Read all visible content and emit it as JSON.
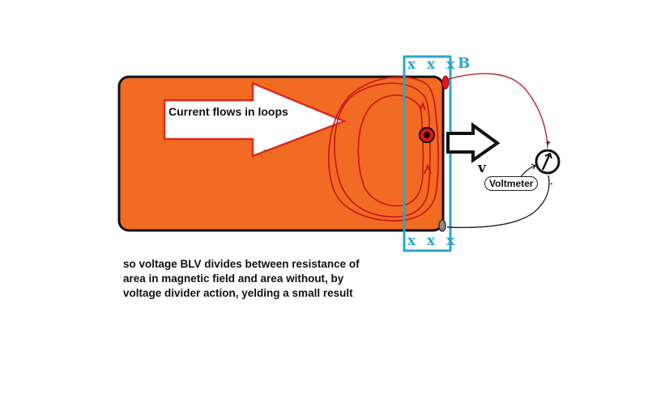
{
  "diagram": {
    "arrow_label": "Current flows in loops",
    "field_symbol_top": "x x x",
    "field_symbol_bottom": "x x x",
    "field_label": "B",
    "velocity_label": "v",
    "voltmeter_label": "Voltmeter",
    "voltmeter_plus": "+",
    "voltmeter_minus": "-",
    "caption_lines": [
      "so voltage BLV divides between resistance of",
      "area in magnetic field and area without,  by",
      "voltage divider action,  yelding a small result"
    ]
  },
  "colors": {
    "plate_fill": "#f26b22",
    "plate_border": "#111111",
    "field_region": "#2aa7c9",
    "current_arrow_border": "#e0281e",
    "loop_color": "#c8141b",
    "contact_top": "#e81414",
    "contact_bottom": "#8a8a8a",
    "wire_top": "#b5252b",
    "wire_bottom": "#222222"
  },
  "icons": {
    "out_of_page": "dot-in-circle-icon",
    "voltmeter": "voltmeter-icon",
    "motion_arrow": "arrow-right-icon"
  }
}
